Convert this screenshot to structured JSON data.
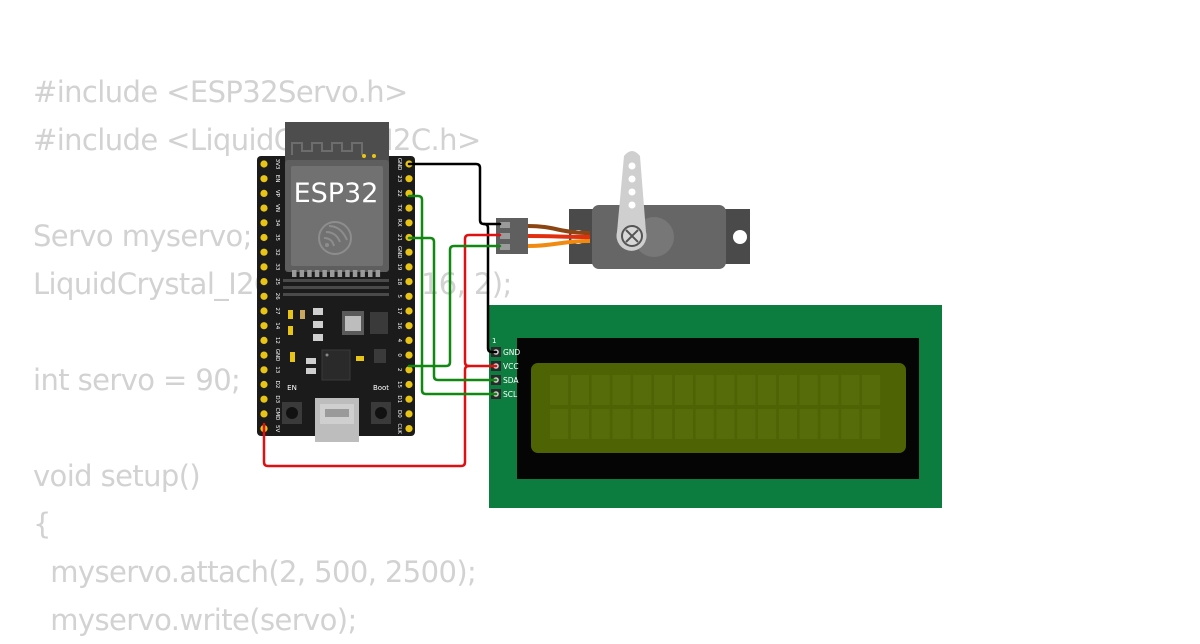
{
  "code_lines": [
    "#include <ESP32Servo.h>",
    "#include <LiquidCrystal_I2C.h>",
    "",
    "Servo myservo;",
    "LiquidCrystal_I2C lcd(0x27, 16, 2);",
    "",
    "int servo = 90;",
    "",
    "void setup()",
    "{",
    "  myservo.attach(2, 500, 2500);",
    "  myservo.write(servo);"
  ],
  "esp32": {
    "chip_label": "ESP32",
    "en_label": "EN",
    "boot_label": "Boot",
    "left_pins": [
      "3V3",
      "EN",
      "VP",
      "VN",
      "34",
      "35",
      "32",
      "33",
      "25",
      "26",
      "27",
      "14",
      "12",
      "GND",
      "13",
      "D2",
      "D3",
      "CMD",
      "5V"
    ],
    "right_pins": [
      "GND",
      "23",
      "22",
      "TX",
      "RX",
      "21",
      "GND",
      "19",
      "18",
      "5",
      "17",
      "16",
      "4",
      "0",
      "2",
      "15",
      "D1",
      "D0",
      "CLK"
    ]
  },
  "lcd": {
    "pin1_marker": "1",
    "pins": [
      "GND",
      "VCC",
      "SDA",
      "SCL"
    ],
    "columns": 16,
    "rows": 2
  },
  "colors": {
    "code_text": "#d2d2d2",
    "board": "#1b1b1b",
    "pin_gold": "#e8c417",
    "wire_gnd": "#000000",
    "wire_vcc": "#dd1111",
    "wire_signal": "#118811",
    "servo_body": "#666666",
    "servo_horn": "#cccccc",
    "servo_wire_brown": "#8b4513",
    "servo_wire_red": "#e03010",
    "servo_wire_orange": "#f08a10",
    "lcd_pcb": "#0c7d3f",
    "lcd_bezel": "#050505",
    "lcd_screen": "#4e6304"
  }
}
